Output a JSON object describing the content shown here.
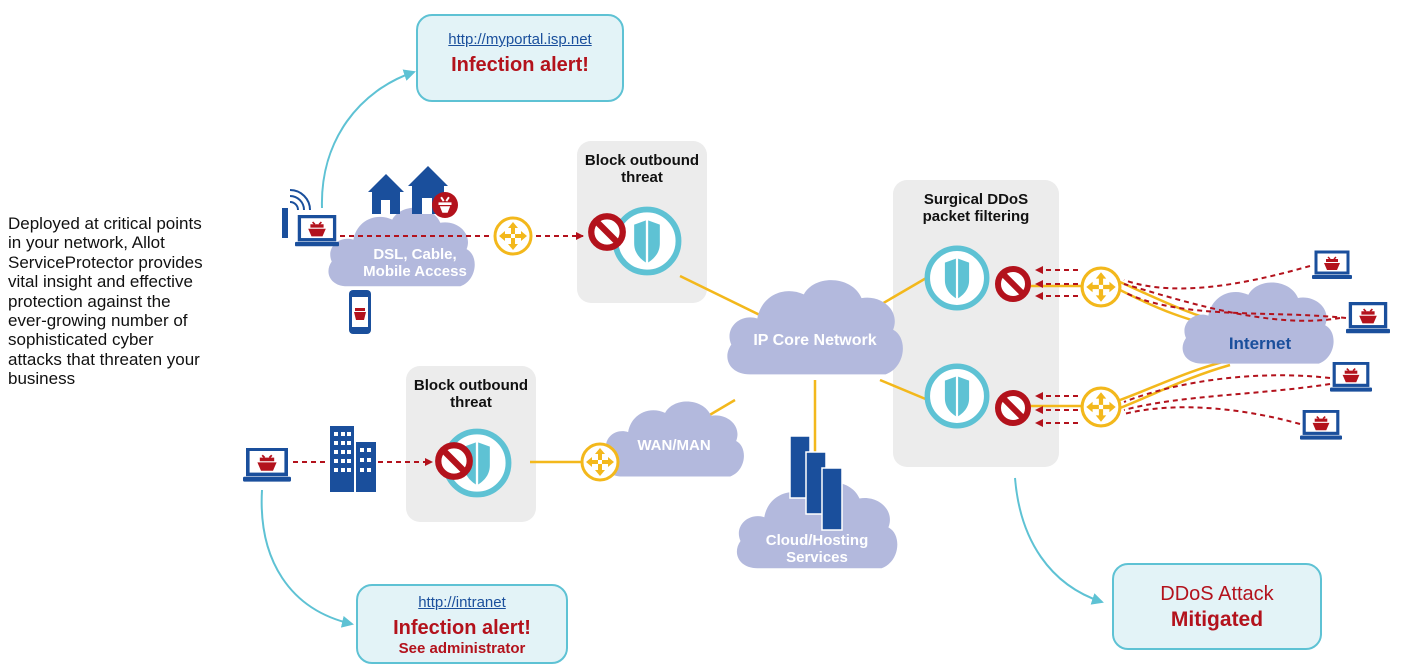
{
  "description": "Deployed at critical points in your network, Allot ServiceProtector provides vital insight and effective protection against the ever-growing number of sophisticated cyber attacks that threaten your business",
  "callouts": {
    "portal": {
      "url": "http://myportal.isp.net",
      "alert": "Infection alert!"
    },
    "intranet": {
      "url": "http://intranet",
      "alert": "Infection alert!",
      "sub": "See administrator"
    },
    "ddos": {
      "line1": "DDoS Attack",
      "line2": "Mitigated"
    }
  },
  "panels": {
    "block_top": {
      "line1": "Block outbound",
      "line2": "threat"
    },
    "block_bottom": {
      "line1": "Block outbound",
      "line2": "threat"
    },
    "ddos_filter": {
      "line1": "Surgical DDoS",
      "line2": "packet filtering"
    }
  },
  "clouds": {
    "access": {
      "line1": "DSL, Cable,",
      "line2": "Mobile Access"
    },
    "core": {
      "label": "IP Core Network"
    },
    "wan": {
      "label": "WAN/MAN"
    },
    "cloud_hosting": {
      "line1": "Cloud/Hosting",
      "line2": "Services"
    },
    "internet": {
      "label": "Internet"
    }
  },
  "colors": {
    "threat_red": "#b3121c",
    "link_yellow": "#f3b81c",
    "cloud_lavender": "#b3b9dd",
    "accent_teal": "#5ec2d4",
    "device_blue": "#1a4f9c",
    "panel_gray": "#ececec"
  },
  "icons": [
    "laptop-icon",
    "house-icon",
    "wifi-signal-icon",
    "smartphone-icon",
    "router-icon",
    "block-icon",
    "shield-icon",
    "office-building-icon",
    "server-icon",
    "malware-bug-icon"
  ]
}
